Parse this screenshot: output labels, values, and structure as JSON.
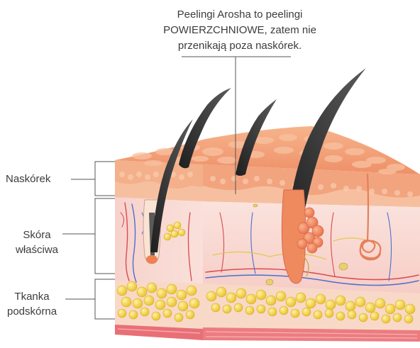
{
  "caption": {
    "lines": [
      "Peelingi Arosha to peelingi",
      "POWIERZCHNIOWE, zatem nie",
      "przenikają poza naskórek."
    ]
  },
  "layers": [
    {
      "id": "epidermis",
      "lines": [
        "Naskórek"
      ]
    },
    {
      "id": "dermis",
      "lines": [
        "Skóra",
        "właściwa"
      ]
    },
    {
      "id": "hypodermis",
      "lines": [
        "Tkanka",
        "podskórna"
      ]
    }
  ],
  "colors": {
    "epidermis_top": "#f2a07a",
    "epidermis_cells": "#f6b790",
    "dermis": "#f8d6d0",
    "fat": "#f3d348",
    "muscle": "#e8707a",
    "hair": "#2b2b2b",
    "follicle": "#f08050",
    "label_line": "#555555"
  },
  "icons": [
    "skin-cross-section-illustration",
    "hair-icon",
    "sweat-gland-icon",
    "sebaceous-gland-icon"
  ]
}
